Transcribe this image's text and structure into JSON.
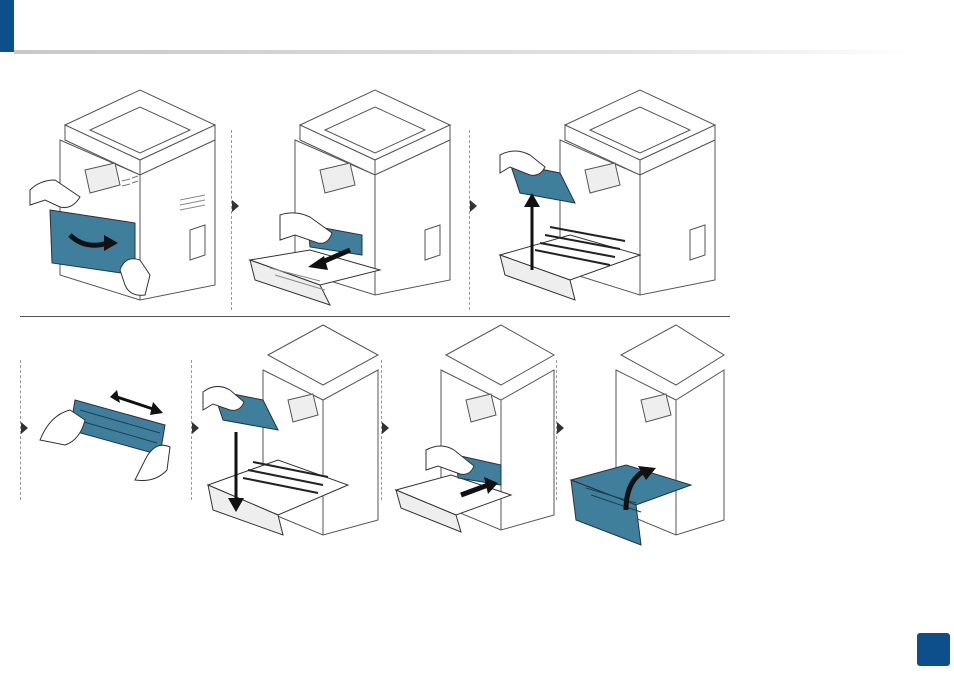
{
  "colors": {
    "accent": "#0d4f8b",
    "highlight": "#3f7f9c"
  },
  "page": {
    "number": ""
  },
  "steps": [
    {
      "id": 1,
      "illustration": "open-front-door"
    },
    {
      "id": 2,
      "illustration": "open-front-cover"
    },
    {
      "id": 3,
      "illustration": "remove-toner-cartridge"
    },
    {
      "id": 4,
      "illustration": "shake-toner-cartridge"
    },
    {
      "id": 5,
      "illustration": "insert-toner-cartridge"
    },
    {
      "id": 6,
      "illustration": "close-inner-cover"
    },
    {
      "id": 7,
      "illustration": "close-front-door"
    }
  ]
}
